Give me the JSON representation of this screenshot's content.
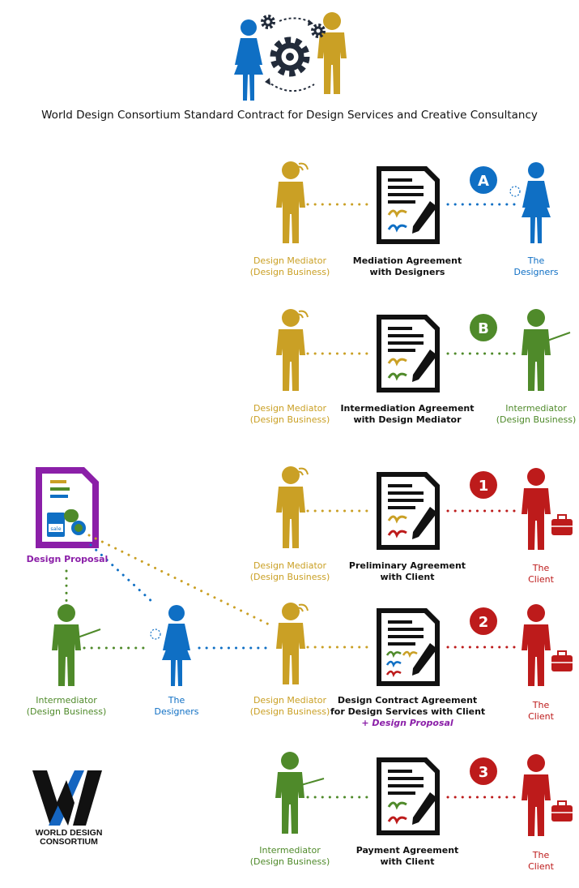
{
  "title": "World Design Consortium Standard Contract for Design Services and Creative Consultancy",
  "logo": {
    "line1": "WORLD DESIGN",
    "line2": "CONSORTIUM"
  },
  "colors": {
    "gold": "#caa025",
    "blue": "#0f6fc4",
    "green": "#4f8a2a",
    "red": "#bd1b1b",
    "purple": "#8b1fa8",
    "dark": "#222b3a"
  },
  "rows": {
    "a": {
      "badge": "A",
      "left": {
        "line1": "Design Mediator",
        "line2": "(Design Business)"
      },
      "doc": {
        "line1": "Mediation Agreement",
        "line2": "with Designers"
      },
      "right": {
        "line1": "The",
        "line2": "Designers"
      }
    },
    "b": {
      "badge": "B",
      "left": {
        "line1": "Design Mediator",
        "line2": "(Design Business)"
      },
      "doc": {
        "line1": "Intermediation Agreement",
        "line2": "with Design Mediator"
      },
      "right": {
        "line1": "Intermediator",
        "line2": "(Design Business)"
      }
    },
    "r1": {
      "badge": "1",
      "left": {
        "line1": "Design Mediator",
        "line2": "(Design Business)"
      },
      "doc": {
        "line1": "Preliminary Agreement",
        "line2": "with Client"
      },
      "right": {
        "line1": "The",
        "line2": "Client"
      }
    },
    "r2": {
      "badge": "2",
      "left": {
        "line1": "Design Mediator",
        "line2": "(Design Business)"
      },
      "doc": {
        "line1": "Design Contract Agreement",
        "line2": "for Design Services with Client",
        "line3": "+ Design Proposal"
      },
      "right": {
        "line1": "The",
        "line2": "Client"
      }
    },
    "r3": {
      "badge": "3",
      "left": {
        "line1": "Intermediator",
        "line2": "(Design Business)"
      },
      "doc": {
        "line1": "Payment Agreement",
        "line2": "with Client"
      },
      "right": {
        "line1": "The",
        "line2": "Client"
      }
    }
  },
  "proposal": {
    "label": "Design Proposal",
    "stamp": "sale"
  },
  "side": {
    "intermediator": {
      "line1": "Intermediator",
      "line2": "(Design Business)"
    },
    "designers": {
      "line1": "The",
      "line2": "Designers"
    }
  }
}
